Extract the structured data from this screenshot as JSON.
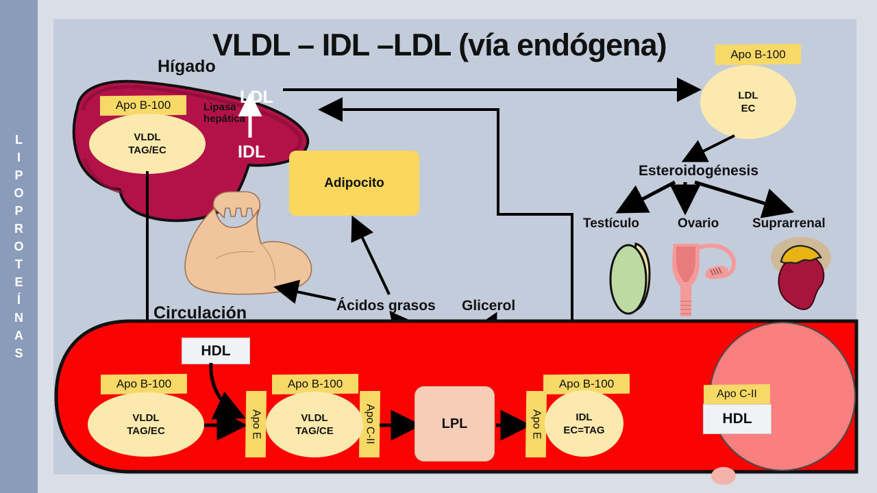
{
  "sidebar": {
    "label": "LIPOPROTEÍNAS",
    "letters": [
      "L",
      "I",
      "P",
      "O",
      "P",
      "R",
      "O",
      "T",
      "E",
      "Í",
      "N",
      "A",
      "S"
    ],
    "bg_color": "#8b9cba",
    "text_color": "#ffffff"
  },
  "title": "VLDL – IDL –LDL (vía endógena)",
  "labels": {
    "higado": "Hígado",
    "ldl_liver": "LDL",
    "idl_liver": "IDL",
    "lipasa_line1": "Lipasa",
    "lipasa_line2": "hepática",
    "adipocito": "Adipocito",
    "circulacion": "Circulación",
    "acidos_grasos": "Ácidos grasos",
    "glicerol": "Glicerol",
    "esteroidogenesis": "Esteroidogénesis",
    "testiculo": "Testículo",
    "ovario": "Ovario",
    "suprarrenal": "Suprarrenal"
  },
  "particles": {
    "liver_vldl": {
      "apo": "Apo B-100",
      "line1": "VLDL",
      "line2": "TAG/EC"
    },
    "ldl_circle": {
      "apo": "Apo B-100",
      "line1": "LDL",
      "line2": "EC"
    },
    "blood_vldl1": {
      "apo": "Apo B-100",
      "line1": "VLDL",
      "line2": "TAG/EC"
    },
    "blood_vldl2": {
      "apo_top": "Apo B-100",
      "apo_left": "Apo E",
      "apo_right": "Apo C-II",
      "line1": "VLDL",
      "line2": "TAG/CE"
    },
    "blood_idl": {
      "apo_top": "Apo B-100",
      "apo_left": "Apo E",
      "line1": "IDL",
      "line2": "EC=TAG"
    },
    "hdl_left": {
      "label": "HDL"
    },
    "hdl_right": {
      "apo": "Apo C-II",
      "label": "HDL"
    },
    "lpl": {
      "label": "LPL"
    }
  },
  "colors": {
    "canvas_bg": "#c3ccdb",
    "page_bg": "#dadee6",
    "sidebar": "#8b9cba",
    "liver": "#b31249",
    "liver_dark": "#8e0f3b",
    "apo_yellow": "#f7d967",
    "blob_yellow": "#fbe9ad",
    "adipocyte_yellow": "#fbd85d",
    "vessel_red": "#fb0303",
    "vessel_lumen": "#fa8080",
    "lpl_peach": "#f6cdb6",
    "muscle_skin": "#f0c49c",
    "testis_green": "#bcdaa2",
    "ovary_pink": "#f59a9a",
    "adrenal_red": "#a8153c",
    "adrenal_gold": "#e8b413",
    "arrow": "#000000"
  }
}
